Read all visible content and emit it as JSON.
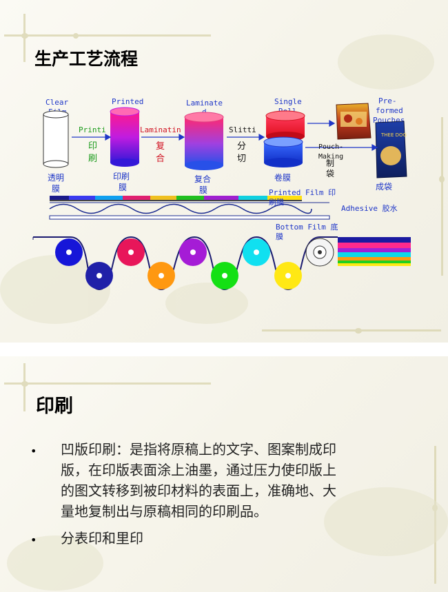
{
  "slide1": {
    "title": "生产工艺流程",
    "stages": {
      "clear_film": {
        "top": "Clear",
        "top2": "Film",
        "bottom": "透明",
        "bottom2": "膜"
      },
      "printed": {
        "top": "Printed",
        "bottom": "印刷",
        "bottom2": "膜"
      },
      "laminate": {
        "top": "Laminate",
        "top2": "d",
        "bottom": "复合",
        "bottom2": "膜"
      },
      "single_roll": {
        "top": "Single",
        "top2": "Roll",
        "bottom": "卷膜"
      },
      "preformed": {
        "top": "Pre-",
        "top2": "formed",
        "top3": "Pouches",
        "bottom": "成袋"
      }
    },
    "processes": {
      "printing": {
        "en": "Printi",
        "zh": "印",
        "zh2": "刷"
      },
      "laminating": {
        "en": "Laminatin",
        "zh": "复",
        "zh2": "合"
      },
      "slitting": {
        "en": "Slitti",
        "zh": "分",
        "zh2": "切"
      },
      "pouch_making": {
        "en": "Pouch-",
        "en2": "Making",
        "zh": "制",
        "zh2": "袋"
      }
    },
    "layers": {
      "printed_film": "Printed Film 印",
      "printed_film2": "刷膜",
      "adhesive": "Adhesive 胶水",
      "bottom_film": "Bottom Film 底",
      "bottom_film2": "膜"
    },
    "package_brand": "THEE DOG",
    "colors": {
      "label_blue": "#1e36c8",
      "label_red": "#d01020",
      "label_green": "#1a9a1a",
      "print_rollers": [
        "#1616d8",
        "#e8165a",
        "#a51cd6",
        "#10e0f0"
      ],
      "bottom_rollers": [
        "#2020a8",
        "#ff9810",
        "#14e014",
        "#ffe814"
      ]
    }
  },
  "slide2": {
    "title": "印刷",
    "bullets": [
      [
        "凹版印刷：是指将原稿上的文字、图案制成印",
        "版，在印版表面涂上油墨，通过压力使印版上",
        "的图文转移到被印材料的表面上，准确地、大",
        "量地复制出与原稿相同的印刷品。"
      ],
      [
        "分表印和里印"
      ]
    ]
  }
}
